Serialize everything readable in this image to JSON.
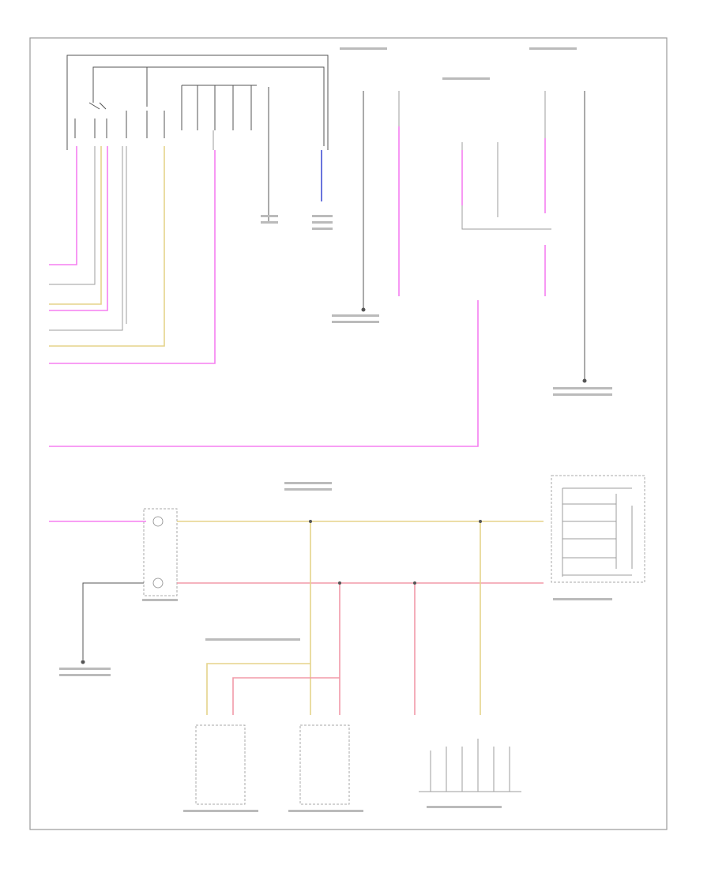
{
  "diagram": {
    "figure_code": "",
    "colors": {
      "frame": "#9a9a9a",
      "black_wire": "#555555",
      "gray_wire": "#9c9c9c",
      "pink_wire": "#f57ef0",
      "yellow_wire": "#e5d48a",
      "red_wire": "#f29aa8",
      "blue_wire": "#5a64d8"
    },
    "components": [
      {
        "id": "left-steering-wheel-switch"
      },
      {
        "id": "right-steering-wheel-switch"
      },
      {
        "id": "left-paddle-shifter"
      },
      {
        "id": "right-paddle-shifter"
      },
      {
        "id": "clockspring"
      }
    ]
  }
}
